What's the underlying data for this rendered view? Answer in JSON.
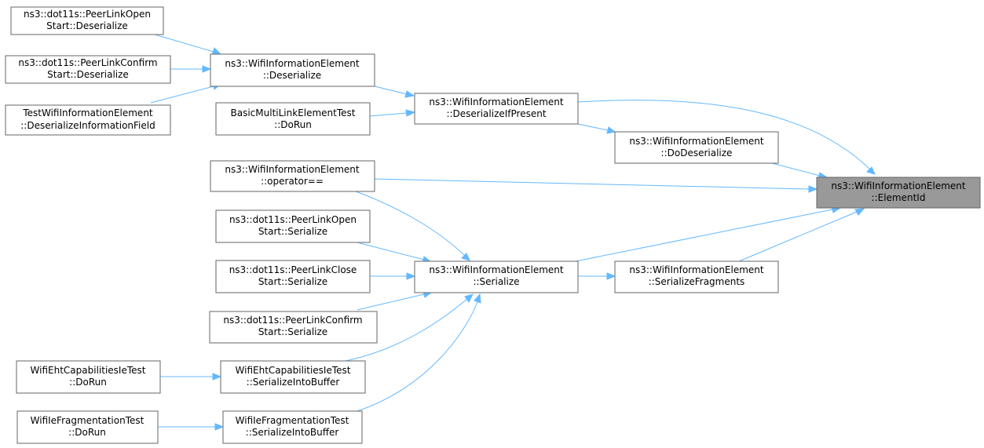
{
  "graph": {
    "nodes": {
      "n1": {
        "line1": "ns3::dot11s::PeerLinkOpen",
        "line2": "Start::Deserialize"
      },
      "n2": {
        "line1": "ns3::dot11s::PeerLinkConfirm",
        "line2": "Start::Deserialize"
      },
      "n3": {
        "line1": "TestWifiInformationElement",
        "line2": "::DeserializeInformationField"
      },
      "n4": {
        "line1": "ns3::WifiInformationElement",
        "line2": "::Deserialize"
      },
      "n5": {
        "line1": "BasicMultiLinkElementTest",
        "line2": "::DoRun"
      },
      "n6": {
        "line1": "ns3::WifiInformationElement",
        "line2": "::DeserializeIfPresent"
      },
      "n7": {
        "line1": "ns3::WifiInformationElement",
        "line2": "::DoDeserialize"
      },
      "n8": {
        "line1": "ns3::WifiInformationElement",
        "line2": "::operator=="
      },
      "n9": {
        "line1": "ns3::dot11s::PeerLinkOpen",
        "line2": "Start::Serialize"
      },
      "n10": {
        "line1": "ns3::dot11s::PeerLinkClose",
        "line2": "Start::Serialize"
      },
      "n11": {
        "line1": "ns3::dot11s::PeerLinkConfirm",
        "line2": "Start::Serialize"
      },
      "n12": {
        "line1": "ns3::WifiInformationElement",
        "line2": "::Serialize"
      },
      "n13": {
        "line1": "ns3::WifiInformationElement",
        "line2": "::SerializeFragments"
      },
      "n14": {
        "line1": "WifiEhtCapabilitiesIeTest",
        "line2": "::DoRun"
      },
      "n15": {
        "line1": "WifiEhtCapabilitiesIeTest",
        "line2": "::SerializeIntoBuffer"
      },
      "n16": {
        "line1": "WifiIeFragmentationTest",
        "line2": "::DoRun"
      },
      "n17": {
        "line1": "WifiIeFragmentationTest",
        "line2": "::SerializeIntoBuffer"
      },
      "n18": {
        "line1": "ns3::WifiInformationElement",
        "line2": "::ElementId"
      }
    },
    "colors": {
      "edge": "#63b8ff",
      "node_border": "#666666",
      "node_fill": "#ffffff",
      "target_fill": "#999999"
    }
  }
}
